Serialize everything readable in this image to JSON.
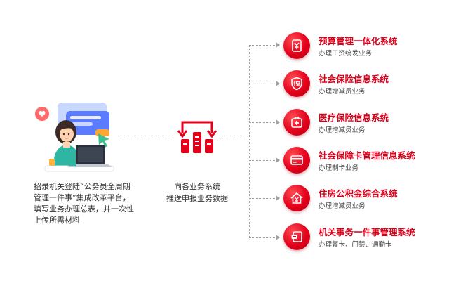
{
  "left": {
    "lines": [
      "招录机关登陆“公务员全周期",
      "管理一件事”集成改革平台，",
      "填写业务办理总表，并一次性",
      "上传所需材料"
    ]
  },
  "center": {
    "lines": [
      "向各业务系统",
      "推送申报业务数据"
    ]
  },
  "systems": [
    {
      "title": "预算管理一体化系统",
      "subtitle": "办理工资统发业务",
      "icon": "budget-yen-icon"
    },
    {
      "title": "社会保险信息系统",
      "subtitle": "办理增减员业务",
      "icon": "social-insurance-bao-icon"
    },
    {
      "title": "医疗保险信息系统",
      "subtitle": "办理增减员业务",
      "icon": "medical-kit-icon"
    },
    {
      "title": "社会保障卡管理信息系统",
      "subtitle": "办理制卡业务",
      "icon": "bank-card-icon"
    },
    {
      "title": "住房公积金综合系统",
      "subtitle": "办理增减员业务",
      "icon": "house-yen-icon"
    },
    {
      "title": "机关事务一件事管理系统",
      "subtitle": "办理餐卡、门禁、通勤卡",
      "icon": "card-holder-icon"
    }
  ],
  "colors": {
    "accent": "#d8001a",
    "connector": "#9a9a9a"
  }
}
